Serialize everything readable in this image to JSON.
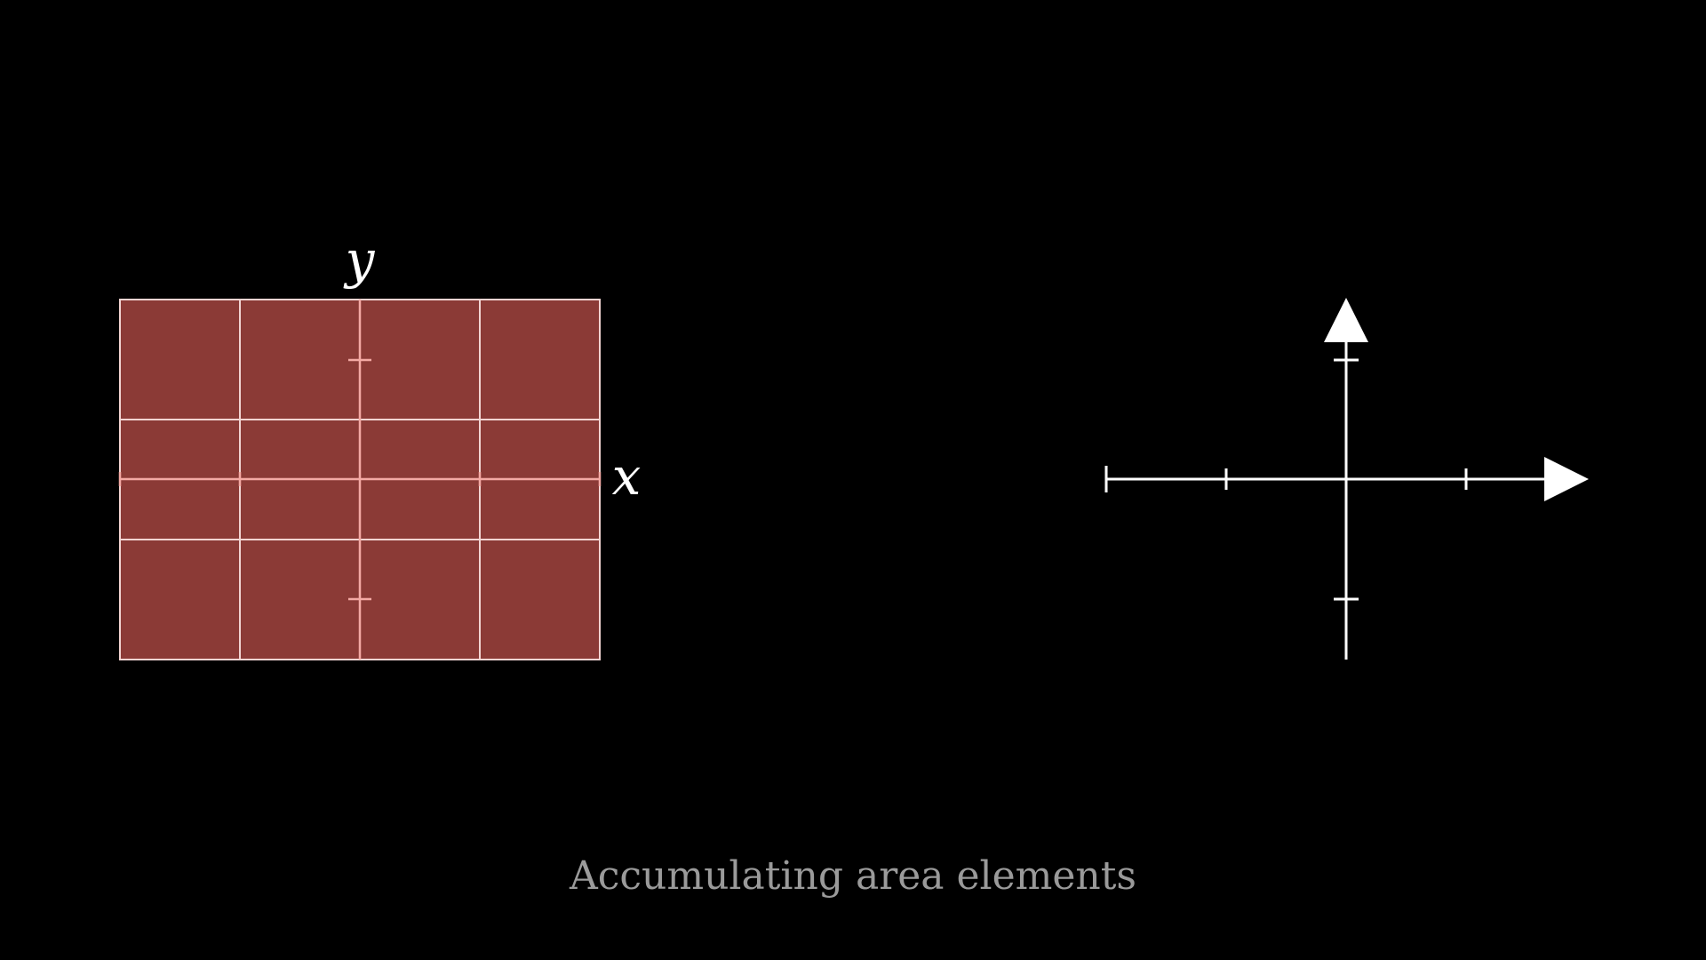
{
  "labels": {
    "x_axis": "x",
    "y_axis": "y"
  },
  "caption": "Accumulating area elements",
  "colors": {
    "background": "#000000",
    "region_fill": "#8b3a36",
    "grid_line": "#f2d4d2",
    "axis_on_region": "#f4a9a4",
    "axis_line": "#ffffff",
    "caption_text": "#9a9a9a"
  }
}
